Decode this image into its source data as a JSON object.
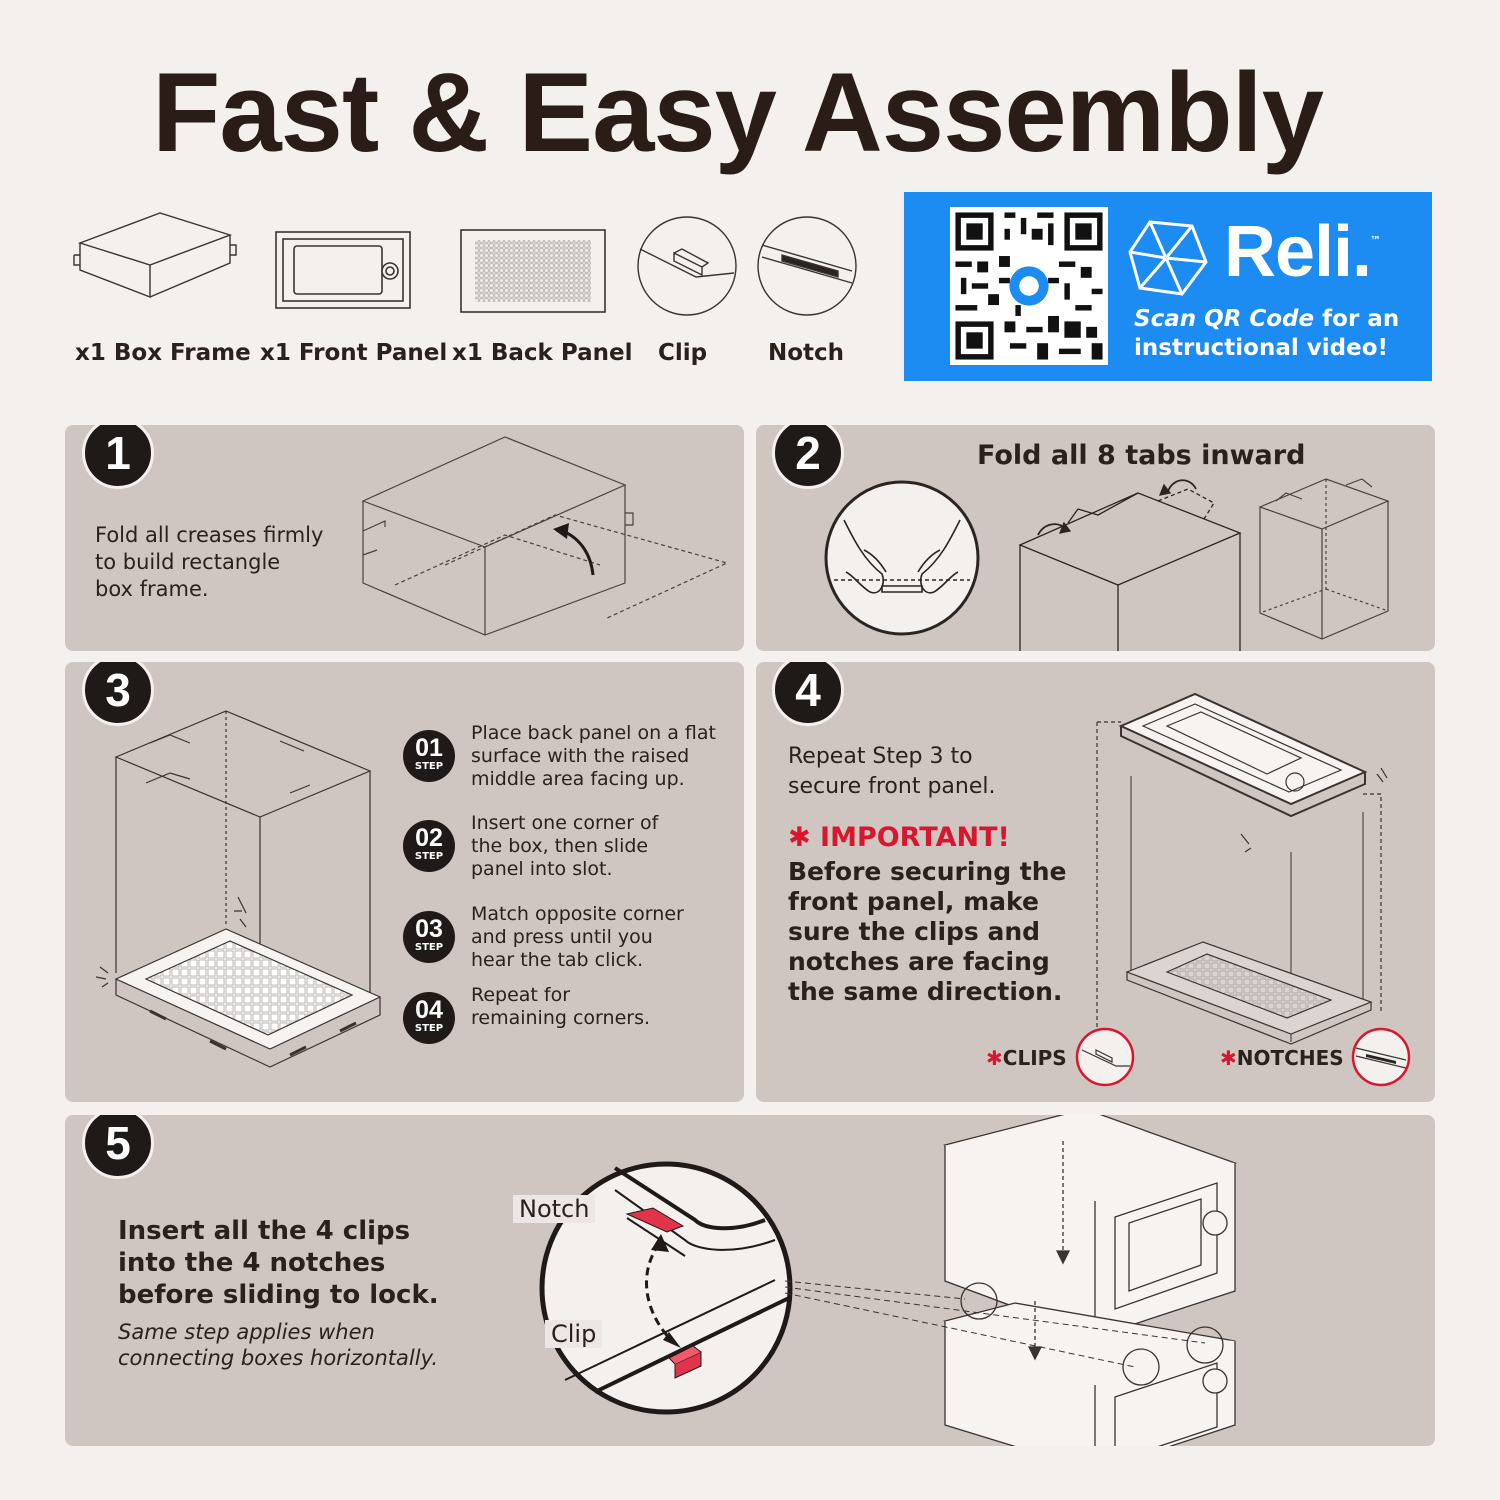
{
  "title": "Fast & Easy Assembly",
  "parts": [
    {
      "qty": "x1",
      "name": "Box Frame",
      "icon": "box-frame-icon"
    },
    {
      "qty": "x1",
      "name": "Front Panel",
      "icon": "front-panel-icon"
    },
    {
      "qty": "x1",
      "name": "Back Panel",
      "icon": "back-panel-icon"
    },
    {
      "qty": "",
      "name": "Clip",
      "icon": "clip-icon"
    },
    {
      "qty": "",
      "name": "Notch",
      "icon": "notch-icon"
    }
  ],
  "qr": {
    "brand": "Reli.",
    "trademark": "™",
    "line1_emphasis": "Scan QR Code",
    "line1_rest": "for an",
    "line2": "instructional video!",
    "bg_color": "#1c8bf2"
  },
  "steps": {
    "s1": {
      "number": "1",
      "text_lines": [
        "Fold all creases firmly",
        "to build rectangle",
        "box frame."
      ]
    },
    "s2": {
      "number": "2",
      "heading": "Fold all 8 tabs inward"
    },
    "s3": {
      "number": "3",
      "sub_steps": [
        {
          "num": "01",
          "label": "STEP",
          "lines": [
            "Place back panel on a flat",
            "surface with the raised",
            "middle area facing up."
          ]
        },
        {
          "num": "02",
          "label": "STEP",
          "lines": [
            "Insert one corner of",
            "the box, then slide",
            "panel into slot."
          ]
        },
        {
          "num": "03",
          "label": "STEP",
          "lines": [
            "Match opposite corner",
            "and press until you",
            "hear the tab click."
          ]
        },
        {
          "num": "04",
          "label": "STEP",
          "lines": [
            "Repeat for",
            "remaining corners."
          ]
        }
      ]
    },
    "s4": {
      "number": "4",
      "text_lines": [
        "Repeat Step 3 to",
        "secure front panel."
      ],
      "important_star": "✱",
      "important_label": "IMPORTANT!",
      "important_lines": [
        "Before securing the",
        "front panel, make",
        "sure the clips and",
        "notches are facing",
        "the same direction."
      ],
      "clips_star": "✱",
      "clips_label": "CLIPS",
      "notches_star": "✱",
      "notches_label": "NOTCHES",
      "accent_color": "#d8172f"
    },
    "s5": {
      "number": "5",
      "bold_lines": [
        "Insert all the 4 clips",
        "into the 4 notches",
        "before sliding to lock."
      ],
      "italic_lines": [
        "Same step applies when",
        "connecting boxes horizontally."
      ],
      "notch_label": "Notch",
      "clip_label": "Clip"
    }
  }
}
